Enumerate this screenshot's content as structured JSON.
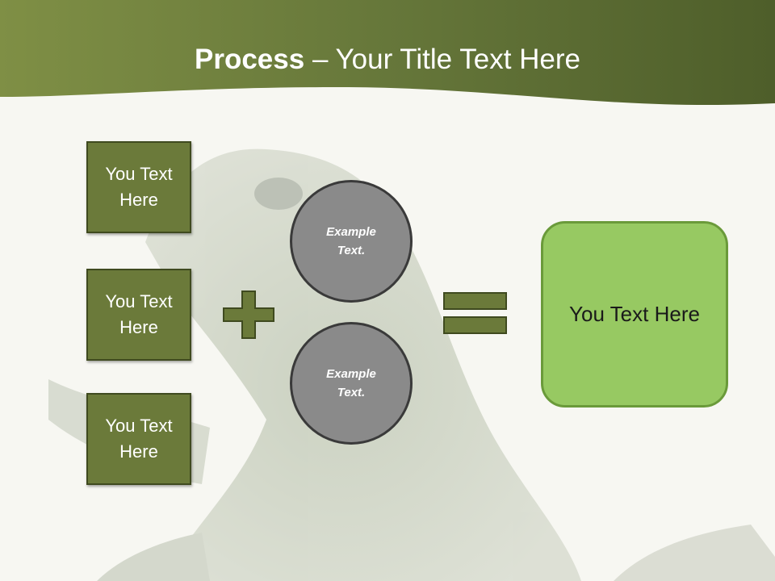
{
  "title": {
    "bold": "Process",
    "rest": " – Your Title Text Here"
  },
  "inputs": [
    {
      "label": "You Text Here"
    },
    {
      "label": "You Text Here"
    },
    {
      "label": "You Text Here"
    }
  ],
  "circles": [
    {
      "label": "Example Text."
    },
    {
      "label": "Example Text."
    }
  ],
  "operators": {
    "plus": "plus-icon",
    "equals": "equals-icon"
  },
  "result": {
    "label": "You Text Here"
  },
  "colors": {
    "header_dark": "#4a5a28",
    "header_light": "#7f8f45",
    "box_fill": "#6b7a3a",
    "result_fill": "#97c962",
    "circle_fill": "#8a8a8a"
  }
}
